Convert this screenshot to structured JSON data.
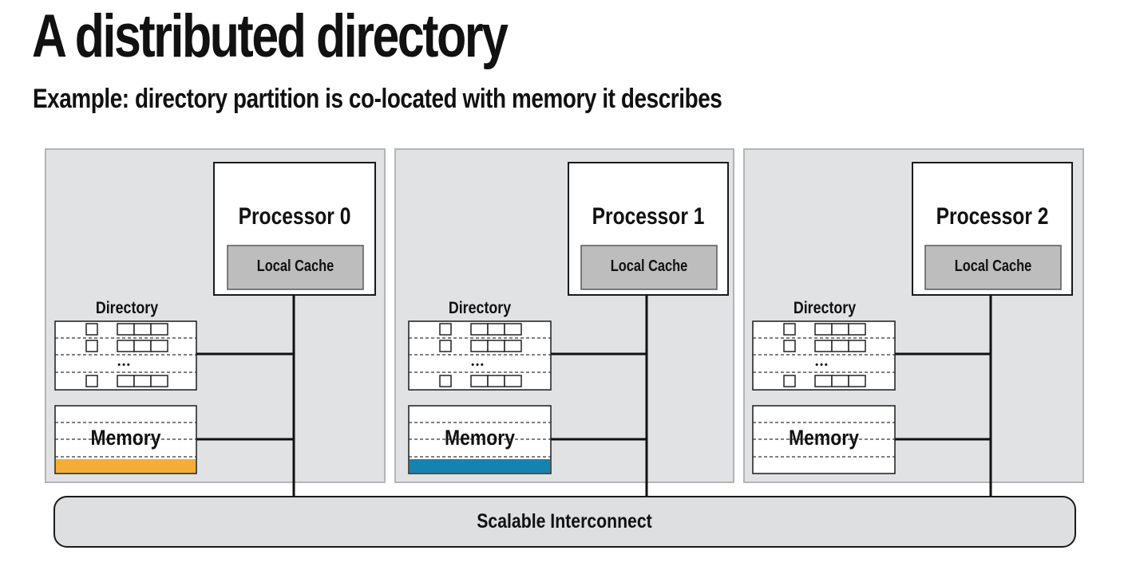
{
  "slide": {
    "title": "A distributed directory",
    "subtitle": "Example: directory partition is co-located with memory it describes"
  },
  "nodes": [
    {
      "processor_label": "Processor 0",
      "cache_label": "Local Cache",
      "directory_label": "Directory",
      "memory_label": "Memory",
      "ellipsis": "•••",
      "memory_highlight_color": "#f5ad36"
    },
    {
      "processor_label": "Processor 1",
      "cache_label": "Local Cache",
      "directory_label": "Directory",
      "memory_label": "Memory",
      "ellipsis": "•••",
      "memory_highlight_color": "#1583b0"
    },
    {
      "processor_label": "Processor 2",
      "cache_label": "Local Cache",
      "directory_label": "Directory",
      "memory_label": "Memory",
      "ellipsis": "•••",
      "memory_highlight_color": ""
    }
  ],
  "interconnect": {
    "label": "Scalable Interconnect"
  },
  "colors": {
    "node_background": "#e1e2e4",
    "node_border": "#b3b5b8",
    "cache_fill": "#bdbdbd",
    "interconnect_fill": "#dedfe1"
  }
}
